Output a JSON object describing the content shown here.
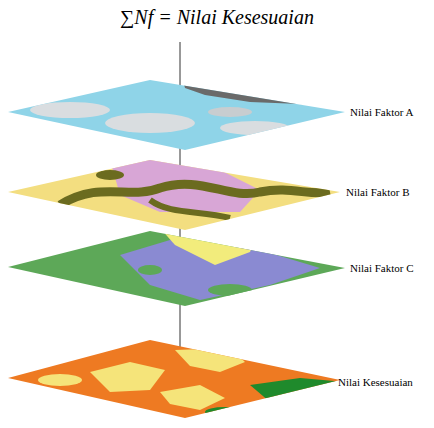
{
  "diagram": {
    "title": "∑Nf = Nilai Kesesuaian",
    "labels": [
      "Nilai Faktor A",
      "Nilai Faktor B",
      "Nilai Faktor C",
      "Nilai Kesesuaian"
    ]
  }
}
